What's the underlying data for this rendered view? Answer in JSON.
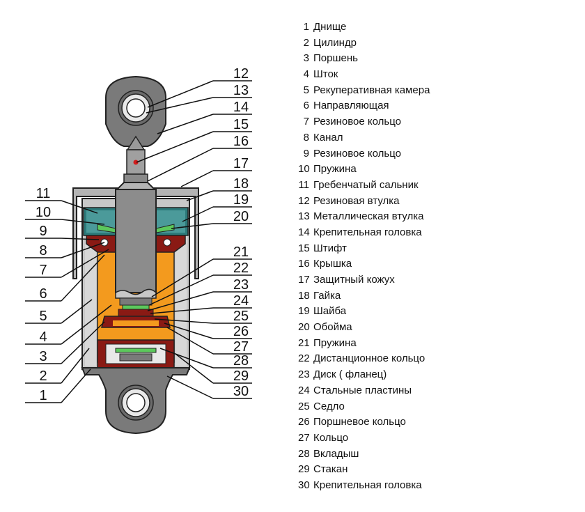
{
  "legend": [
    {
      "number": "1",
      "label": "Днище"
    },
    {
      "number": "2",
      "label": "Цилиндр"
    },
    {
      "number": "3",
      "label": "Поршень"
    },
    {
      "number": "4",
      "label": "Шток"
    },
    {
      "number": "5",
      "label": "Рекуперативная камера"
    },
    {
      "number": "6",
      "label": "Направляющая"
    },
    {
      "number": "7",
      "label": "Резиновое кольцо"
    },
    {
      "number": "8",
      "label": "Канал"
    },
    {
      "number": "9",
      "label": "Резиновое кольцо"
    },
    {
      "number": "10",
      "label": "Пружина"
    },
    {
      "number": "11",
      "label": "Гребенчатый сальник"
    },
    {
      "number": "12",
      "label": "Резиновая втулка"
    },
    {
      "number": "13",
      "label": "Металлическая втулка"
    },
    {
      "number": "14",
      "label": "Крепительная головка"
    },
    {
      "number": "15",
      "label": "Штифт"
    },
    {
      "number": "16",
      "label": "Крышка"
    },
    {
      "number": "17",
      "label": "Защитный кожух"
    },
    {
      "number": "18",
      "label": "Гайка"
    },
    {
      "number": "19",
      "label": "Шайба"
    },
    {
      "number": "20",
      "label": "Обойма"
    },
    {
      "number": "21",
      "label": "Пружина"
    },
    {
      "number": "22",
      "label": "Дистанционное кольцо"
    },
    {
      "number": "23",
      "label": "Диск ( фланец)"
    },
    {
      "number": "24",
      "label": "Стальные пластины"
    },
    {
      "number": "25",
      "label": "Седло"
    },
    {
      "number": "26",
      "label": "Поршневое кольцо"
    },
    {
      "number": "27",
      "label": "Кольцо"
    },
    {
      "number": "28",
      "label": "Вкладыш"
    },
    {
      "number": "29",
      "label": "Стакан"
    },
    {
      "number": "30",
      "label": "Крепительная головка"
    }
  ],
  "callouts_left": [
    "11",
    "10",
    "9",
    "8",
    "7",
    "6",
    "5",
    "4",
    "3",
    "2",
    "1"
  ],
  "callouts_right": [
    "12",
    "13",
    "14",
    "15",
    "16",
    "17",
    "18",
    "19",
    "20",
    "21",
    "22",
    "23",
    "24",
    "25",
    "26",
    "27",
    "28",
    "29",
    "30"
  ],
  "colors": {
    "housing": "#7a7a7a",
    "housing_light": "#b4b4b4",
    "rod": "#8c8c8c",
    "oil": "#f39a1e",
    "dark_red": "#8a1a14",
    "seal_teal": "#2d7a7a",
    "spring_green": "#5cc85c",
    "outline": "#222222"
  },
  "icons": [
    "upper-mount-eye",
    "lower-mount-eye"
  ]
}
